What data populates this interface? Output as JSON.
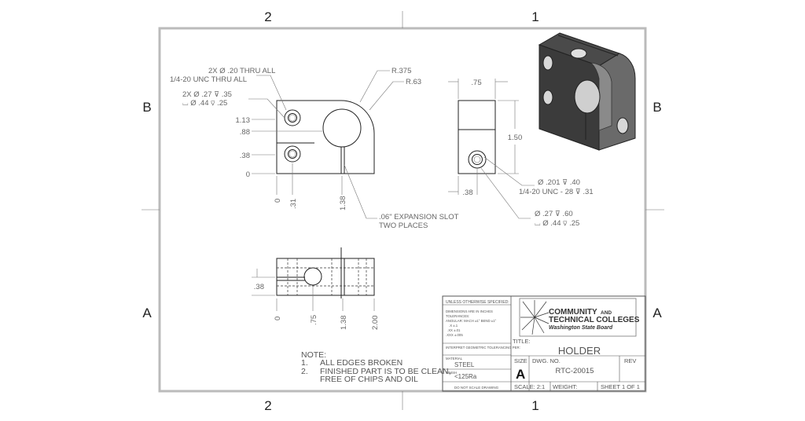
{
  "zones": {
    "col_left": "2",
    "col_right": "1",
    "row_top": "B",
    "row_bottom": "A"
  },
  "annotations": {
    "hole_a_1": "2X  Ø .20 THRU ALL",
    "hole_a_2": "1/4-20 UNC  THRU ALL",
    "hole_b_1": "2X  Ø .27 ⊽ .35",
    "hole_b_2": "⌴ Ø .44 ⊽ .25",
    "r1": "R.375",
    "r2": "R.63",
    "slot_1": ".06\" EXPANSION SLOT",
    "slot_2": "TWO PLACES",
    "side_hole_1": "Ø .201 ⊽ .40",
    "side_hole_2": "1/4-20 UNC - 28 ⊽ .31",
    "side_cb_1": "Ø .27 ⊽ .60",
    "side_cb_2": "⌴ Ø .44 ⊽ .25"
  },
  "dims": {
    "front_v": [
      "1.13",
      ".88",
      ".38",
      "0"
    ],
    "front_h": [
      "0",
      ".31",
      "1.38"
    ],
    "side_w": ".75",
    "side_h": "1.50",
    "side_x": ".38",
    "top_v": ".38",
    "top_h": [
      "0",
      ".75",
      "1.38",
      "2.00"
    ]
  },
  "notes": {
    "heading": "NOTE:",
    "n1_num": "1.",
    "n1": "ALL EDGES BROKEN",
    "n2_num": "2.",
    "n2a": "FINISHED PART IS TO BE CLEAN,",
    "n2b": "FREE OF CHIPS AND OIL"
  },
  "title_block": {
    "unless": "UNLESS OTHERWISE SPECIFIED:",
    "dims_in": "DIMENSIONS ARE IN INCHES",
    "tol": "TOLERANCES:",
    "angular": "ANGULAR: MACH ±1° BEND ±1°",
    "tol_x": ".X   ±.1",
    "tol_xx": ".XX  ±.01",
    "tol_xxx": ".XXX  ±.005",
    "interpret": "INTERPRET GEOMETRIC TOLERANCING PER:",
    "material_label": "MATERIAL",
    "material": "STEEL",
    "finish_label": "FINISH",
    "finish": "<125Ra",
    "do_not_scale": "DO NOT SCALE DRAWING",
    "logo_line1": "COMMUNITY",
    "logo_and": "AND",
    "logo_line2": "TECHNICAL COLLEGES",
    "logo_line3": "Washington State Board",
    "title_label": "TITLE:",
    "title": "HOLDER",
    "size_label": "SIZE",
    "size": "A",
    "dwg_label": "DWG.  NO.",
    "dwg": "RTC-20015",
    "rev_label": "REV",
    "scale": "SCALE: 2:1",
    "weight": "WEIGHT:",
    "sheet": "SHEET 1 OF 1"
  }
}
